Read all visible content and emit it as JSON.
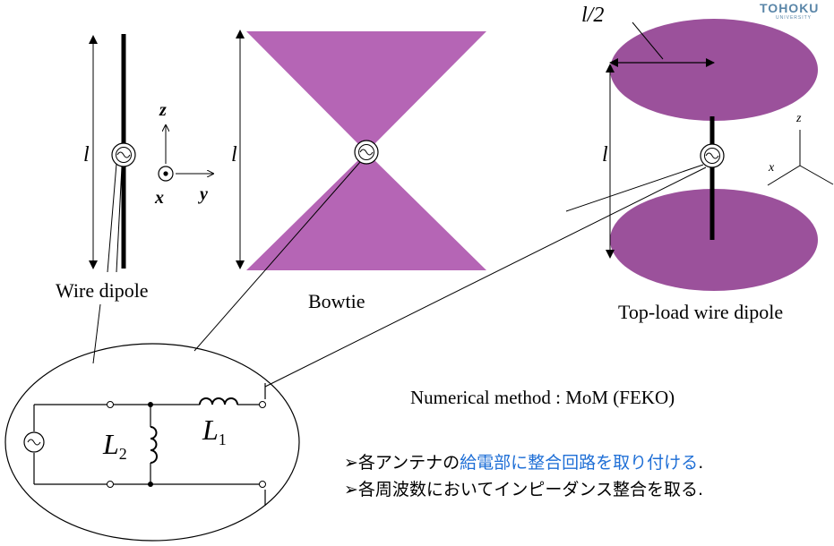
{
  "logo": {
    "name": "TOHOKU",
    "sub": "UNIVERSITY",
    "color": "#5a86a8"
  },
  "colors": {
    "patch": "#b565b5",
    "disk": "#9b519b",
    "highlight": "#1f6fd6"
  },
  "antennas": {
    "wire_dipole": {
      "caption": "Wire dipole",
      "length_symbol": "l"
    },
    "bowtie": {
      "caption": "Bowtie",
      "length_symbol": "l"
    },
    "topload": {
      "caption": "Top-load wire dipole",
      "length_symbol": "l",
      "half_symbol": "l/2"
    }
  },
  "axes": {
    "z": "z",
    "x": "x",
    "y": "y"
  },
  "iso_axes": {
    "z": "z",
    "x": "x"
  },
  "circuit": {
    "L1_main": "L",
    "L1_sub": "1",
    "L2_main": "L",
    "L2_sub": "2"
  },
  "method": "Numerical method : MoM (FEKO)",
  "bullets": [
    {
      "marker": "➢",
      "before": "各アンテナの",
      "highlight": "給電部に整合回路を取り付ける",
      "after": "."
    },
    {
      "marker": "➢",
      "before": "各周波数においてインピーダンス整合を取る.",
      "highlight": "",
      "after": ""
    }
  ]
}
